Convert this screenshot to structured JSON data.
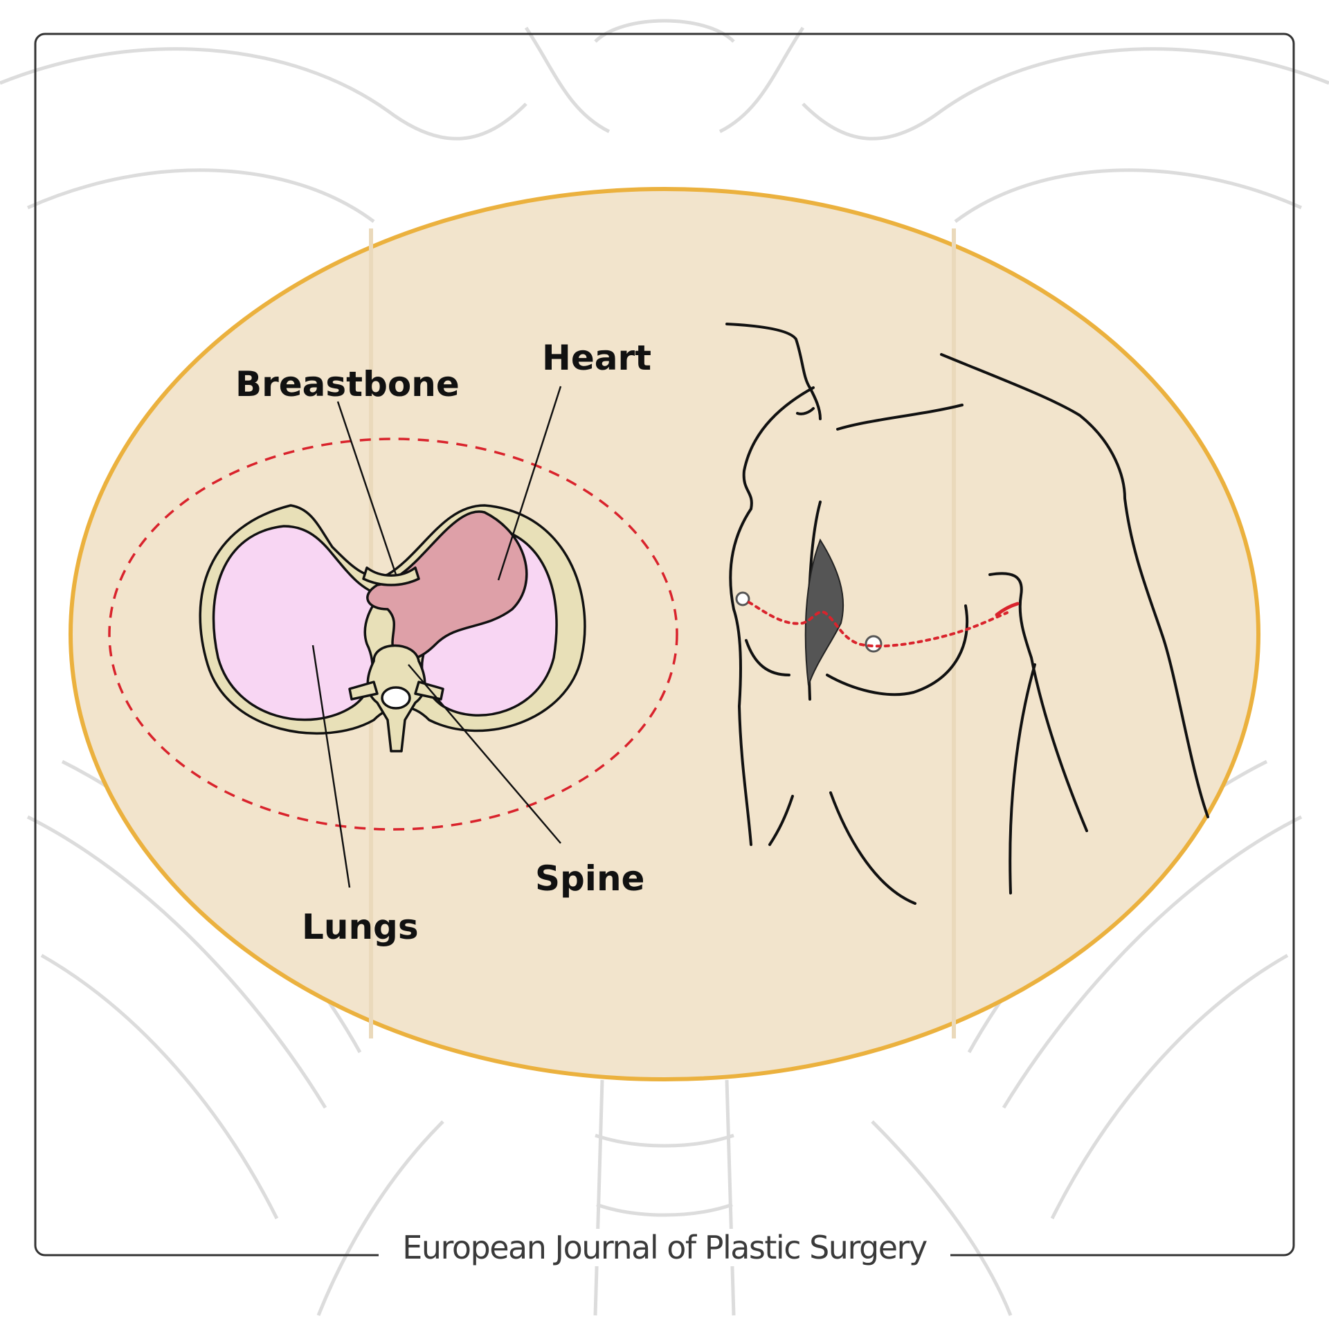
{
  "labels": {
    "breastbone": "Breastbone",
    "heart": "Heart",
    "lungs": "Lungs",
    "spine": "Spine"
  },
  "footer": {
    "journal_title": "European Journal of Plastic Surgery"
  },
  "colors": {
    "ellipse_fill": "#f2e4cc",
    "ellipse_stroke": "#ebb13e",
    "bone": "#e8e0b8",
    "lung": "#f8d6f3",
    "heart": "#dea0a8",
    "incision": "#d9232c",
    "frame": "#333333",
    "sketch": "#dcdcdc"
  }
}
